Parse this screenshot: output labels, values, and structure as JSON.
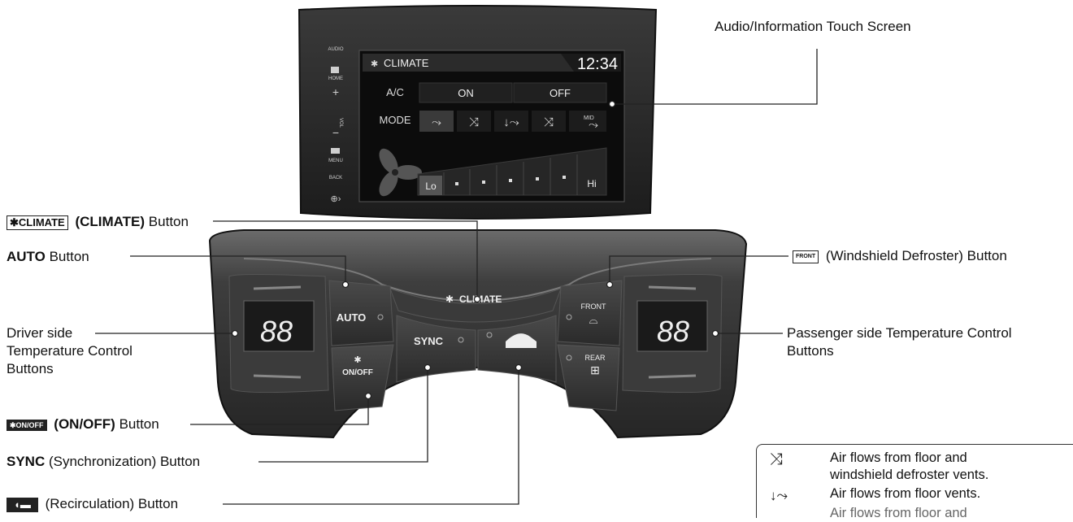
{
  "screen": {
    "header_title": "CLIMATE",
    "clock": "12:34",
    "ac_label": "A/C",
    "ac_on": "ON",
    "ac_off": "OFF",
    "mode_label": "MODE",
    "mode_mid": "MID",
    "fan_low": "Lo",
    "fan_high": "Hi",
    "side_buttons": [
      "AUDIO",
      "HOME",
      "VOL",
      "MENU",
      "BACK"
    ]
  },
  "panel": {
    "climate_button": "CLIMATE",
    "auto_button": "AUTO",
    "onoff_button": "ON/OFF",
    "sync_button": "SYNC",
    "front_defrost": "FRONT",
    "rear_defrost": "REAR",
    "driver_temp": "88",
    "passenger_temp": "88"
  },
  "callouts": {
    "touch_screen": "Audio/Information Touch Screen",
    "climate_badge": "CLIMATE",
    "climate_label": "(CLIMATE)",
    "climate_suffix": "Button",
    "auto_label": "AUTO",
    "auto_suffix": "Button",
    "driver_line1": "Driver side",
    "driver_line2": "Temperature Control",
    "driver_line3": "Buttons",
    "onoff_badge": "ON/OFF",
    "onoff_label": "(ON/OFF)",
    "onoff_suffix": "Button",
    "sync_label": "SYNC",
    "sync_suffix": "(Synchronization) Button",
    "recirc_suffix": "(Recirculation) Button",
    "windshield_badge": "FRONT",
    "windshield_suffix": "(Windshield Defroster) Button",
    "passenger_line1": "Passenger side Temperature Control",
    "passenger_line2": "Buttons"
  },
  "legend": {
    "items": [
      {
        "line1": "Air flows from floor and",
        "line2": "windshield defroster vents."
      },
      {
        "line1": "Air flows from floor vents.",
        "line2": ""
      },
      {
        "line1": "Air flows from floor and",
        "line2": ""
      }
    ]
  }
}
